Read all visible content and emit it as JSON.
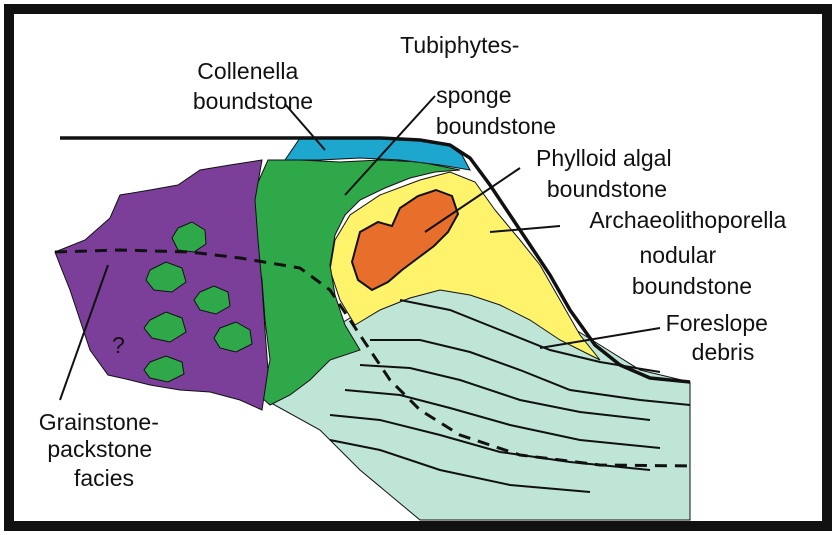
{
  "labels": {
    "collenella": [
      "Collenella",
      "boundstone"
    ],
    "tubiphytes": [
      "Tubiphytes-",
      "sponge",
      "boundstone"
    ],
    "phylloid": [
      "Phylloid algal",
      "boundstone"
    ],
    "archaeo": [
      "Archaeolithoporella",
      "nodular",
      "boundstone"
    ],
    "foreslope": [
      "Foreslope",
      "debris"
    ],
    "grainstone": [
      "Grainstone-",
      "packstone",
      "facies"
    ],
    "question": "?"
  },
  "colors": {
    "purple": "#7b3f9a",
    "green": "#2fa84a",
    "blue": "#1da7cf",
    "yellow": "#fff36b",
    "orange": "#e86e2c",
    "mint": "#bfe5d6",
    "outline": "#111111"
  }
}
